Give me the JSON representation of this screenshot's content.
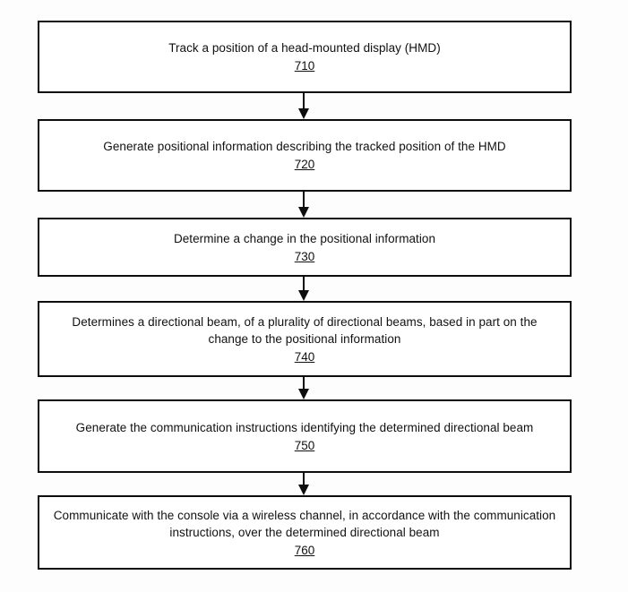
{
  "diagram": {
    "type": "flowchart",
    "orientation": "vertical",
    "colors": {
      "background": "#fdfdfe",
      "box_fill": "#ffffff",
      "line": "#0d0d0d",
      "text": "#111111"
    },
    "steps": [
      {
        "id": "710",
        "text": "Track a position of a head-mounted display (HMD)",
        "number": "710"
      },
      {
        "id": "720",
        "text": "Generate positional information describing the tracked position of the HMD",
        "number": "720"
      },
      {
        "id": "730",
        "text": "Determine a change in the positional information",
        "number": "730"
      },
      {
        "id": "740",
        "text": "Determines a directional beam, of a plurality of directional beams, based in part on the change to the positional information",
        "number": "740"
      },
      {
        "id": "750",
        "text": "Generate the communication instructions identifying the determined directional beam",
        "number": "750"
      },
      {
        "id": "760",
        "text": "Communicate with the console via a wireless channel, in accordance with the communication instructions, over the determined directional beam",
        "number": "760"
      }
    ],
    "connectors": [
      {
        "from": "710",
        "to": "720",
        "icon": "down-arrow-icon"
      },
      {
        "from": "720",
        "to": "730",
        "icon": "down-arrow-icon"
      },
      {
        "from": "730",
        "to": "740",
        "icon": "down-arrow-icon"
      },
      {
        "from": "740",
        "to": "750",
        "icon": "down-arrow-icon"
      },
      {
        "from": "750",
        "to": "760",
        "icon": "down-arrow-icon"
      }
    ]
  }
}
